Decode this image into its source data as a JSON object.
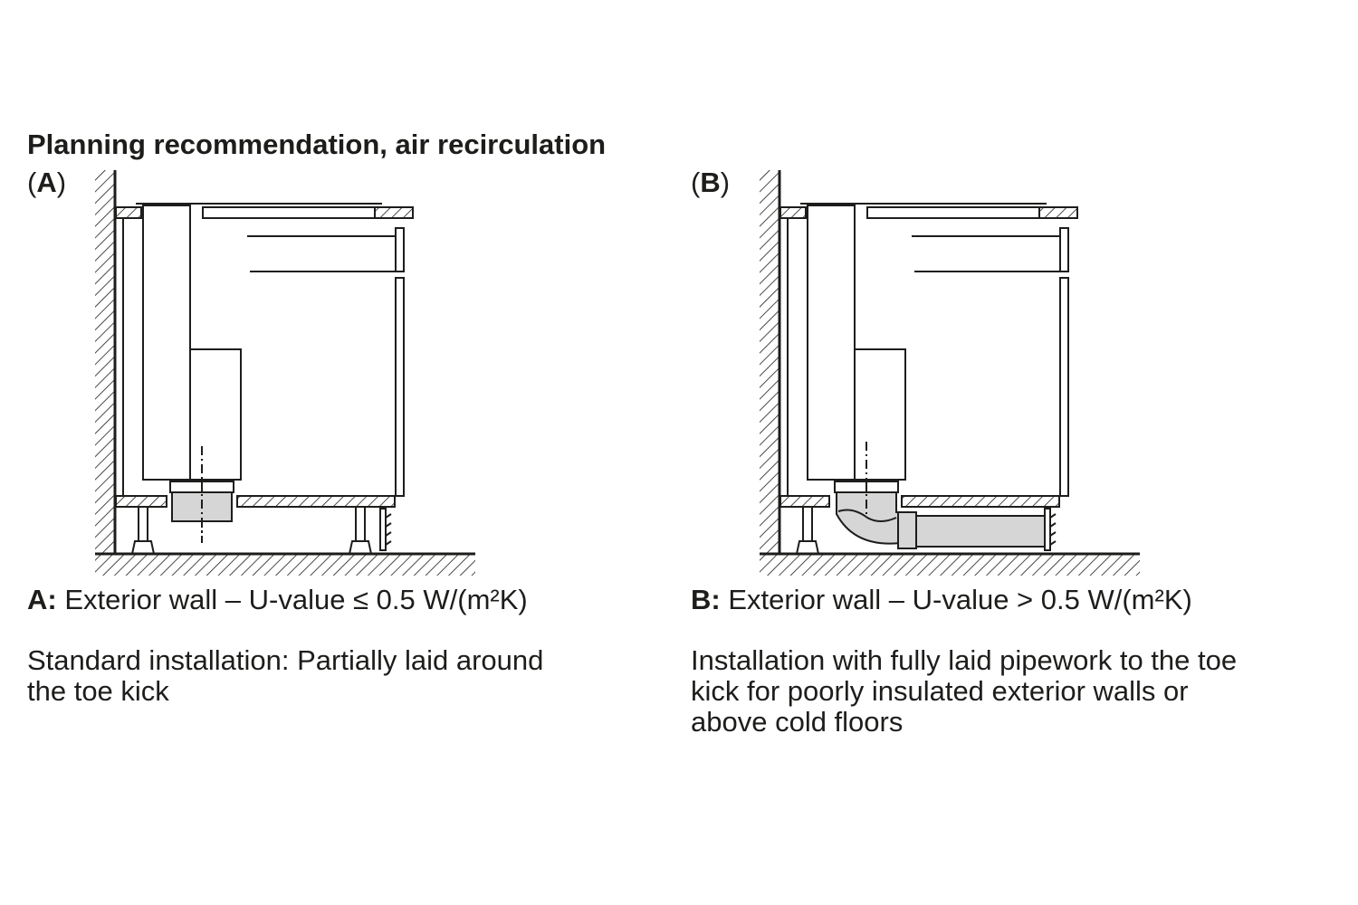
{
  "title": "Planning recommendation, air recirculation",
  "panels": [
    {
      "id": "A",
      "label_open": "(",
      "label_letter": "A",
      "label_close": ")",
      "caption_letter": "A:",
      "caption_text": " Exterior wall – U-value ≤ 0.5 W/(m²K)",
      "description_lines": [
        "Standard installation: Partially laid around",
        "the toe kick"
      ]
    },
    {
      "id": "B",
      "label_open": "(",
      "label_letter": "B",
      "label_close": ")",
      "caption_letter": "B:",
      "caption_text": " Exterior wall – U-value > 0.5 W/(m²K)",
      "description_lines": [
        "Installation with fully laid pipework to the toe",
        "kick for poorly insulated exterior walls or",
        "above cold floors"
      ]
    }
  ],
  "colors": {
    "line": "#1d1d1b",
    "pipe_fill": "#d6d6d6",
    "background": "#ffffff"
  }
}
